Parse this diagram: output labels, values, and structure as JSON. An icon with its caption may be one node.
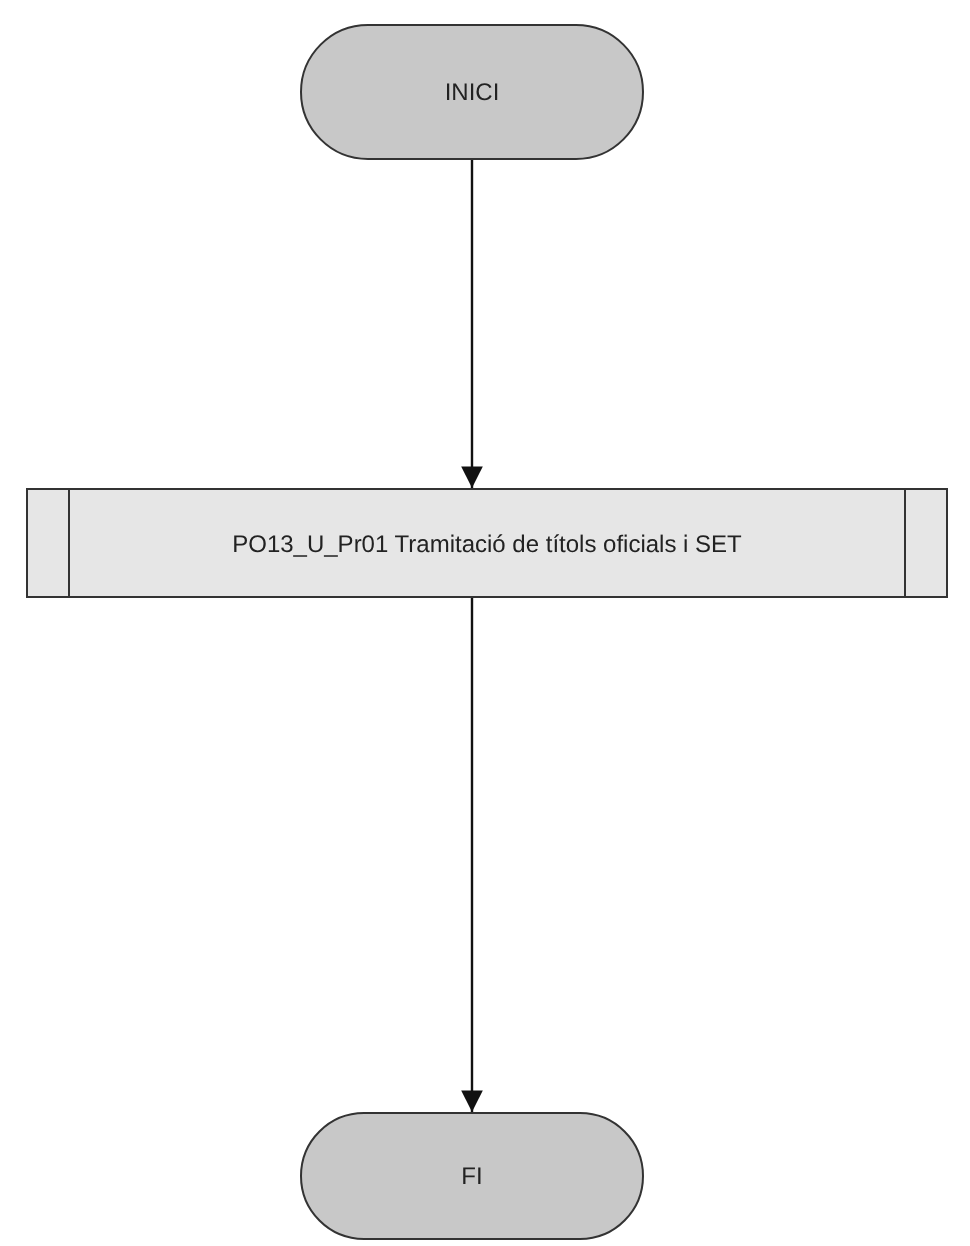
{
  "diagram": {
    "nodes": [
      {
        "text": [
          "INICI"
        ]
      },
      {
        "text": [
          "PO13_U_Pr01 Tramitació de títols oficials i SET"
        ]
      },
      {
        "text": [
          "FI"
        ]
      }
    ],
    "edges": [
      {
        "from": 0,
        "to": 1,
        "arrow": "to"
      },
      {
        "from": 1,
        "to": 2,
        "arrow": "to"
      }
    ]
  }
}
